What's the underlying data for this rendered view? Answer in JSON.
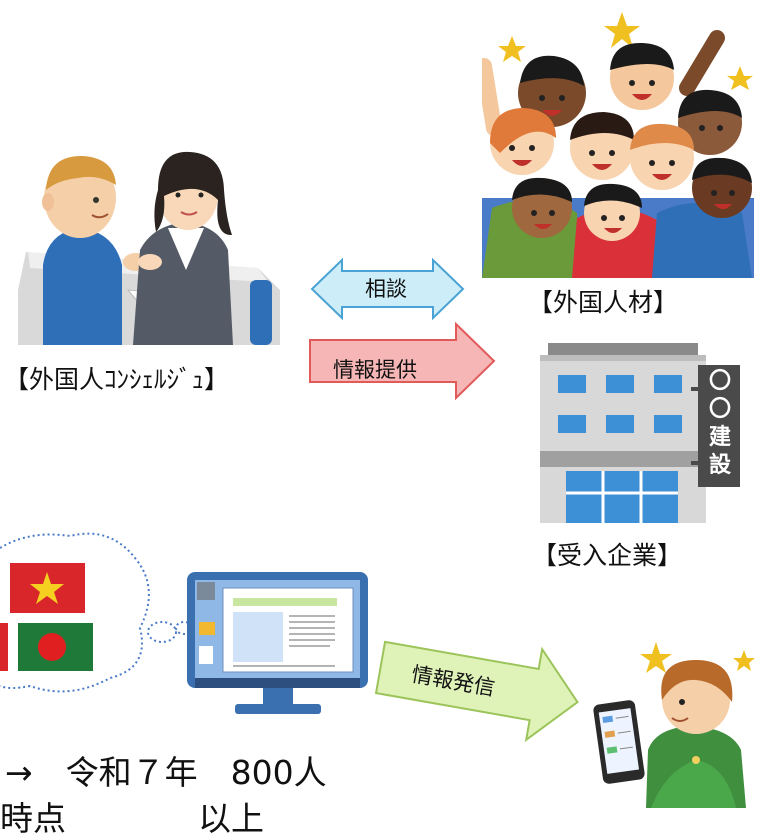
{
  "labels": {
    "concierge": "【外国人ｺﾝｼｪﾙｼﾞｭ】",
    "foreign_talent": "【外国人材】",
    "company": "【受入企業】"
  },
  "arrows": {
    "consult": "相談",
    "provide_info": "情報提供",
    "send_info": "情報発信"
  },
  "building_sign": [
    "〇",
    "〇",
    "建",
    "設"
  ],
  "bottom_text": {
    "target": "→　令和７年　800人",
    "cut_off": "時点　　　　以上"
  },
  "colors": {
    "consult_arrow": "#cdeef8",
    "provide_arrow": "#f7b6b6",
    "send_arrow": "#dff2b8"
  }
}
